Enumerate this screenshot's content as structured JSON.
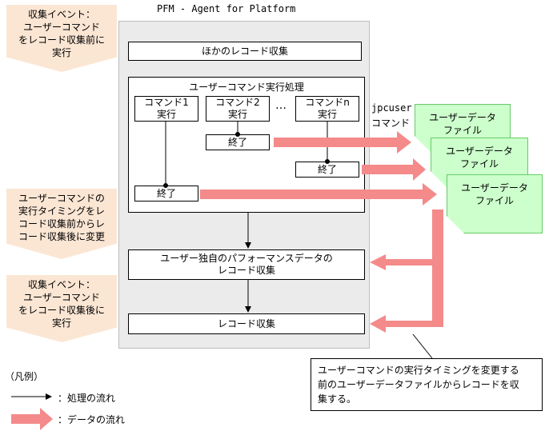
{
  "agent_title": "PFM - Agent for Platform",
  "callouts": {
    "before": "収集イベント：\nユーザーコマンド\nをレコード収集前に\n実行",
    "change": "ユーザーコマンドの\n実行タイミングをレ\nコード収集前からレ\nコード収集後に変更",
    "after": "収集イベント：\nユーザーコマンド\nをレコード収集後に\n実行"
  },
  "boxes": {
    "other_record": "ほかのレコード収集",
    "user_cmd_proc": "ユーザーコマンド実行処理",
    "cmd1": "コマンド1\n実行",
    "cmd2": "コマンド2\n実行",
    "cmdn": "コマンドn\n実行",
    "ellipsis": "…",
    "end1": "終了",
    "end2": "終了",
    "endn": "終了",
    "user_perf": "ユーザー独自のパフォーマンスデータの\nレコード収集",
    "record": "レコード収集"
  },
  "jpcuser_label": "jpcuser",
  "command_label": "コマンド",
  "data_files": [
    "ユーザーデータ\nファイル",
    "ユーザーデータ\nファイル",
    "ユーザーデータ\nファイル"
  ],
  "note": "ユーザーコマンドの実行タイミングを変更する\n前のユーザーデータファイルからレコードを収\n集する。",
  "legend": {
    "title": "（凡例）",
    "process_flow": "：処理の流れ",
    "data_flow": "：データの流れ"
  },
  "colors": {
    "arrow": "#f48a8a",
    "callout": "#fbe6d4",
    "file": "#ccffcc",
    "agent_bg": "#ebebeb"
  }
}
